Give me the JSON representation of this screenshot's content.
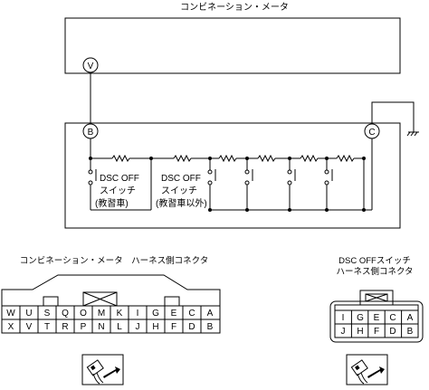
{
  "meter": {
    "title": "コンビネーション・メータ",
    "terminal_v": "V"
  },
  "switch_unit": {
    "terminal_b": "B",
    "terminal_c": "C",
    "switch_a_line1": "DSC OFF",
    "switch_a_line2": "スイッチ",
    "switch_a_line3": "(教習車)",
    "switch_b_line1": "DSC OFF",
    "switch_b_line2": "スイッチ",
    "switch_b_line3": "(教習車以外)"
  },
  "connector_left": {
    "label": "コンビネーション・メータ　ハーネス側コネクタ",
    "row1": [
      "W",
      "U",
      "S",
      "Q",
      "O",
      "M",
      "K",
      "I",
      "G",
      "E",
      "C",
      "A"
    ],
    "row2": [
      "X",
      "V",
      "T",
      "R",
      "P",
      "N",
      "L",
      "J",
      "H",
      "F",
      "D",
      "B"
    ]
  },
  "connector_right": {
    "label_line1": "DSC OFFスイッチ",
    "label_line2": "ハーネス側コネクタ",
    "row1": [
      "I",
      "G",
      "E",
      "C",
      "A"
    ],
    "row2": [
      "J",
      "H",
      "F",
      "D",
      "B"
    ]
  },
  "icons": {
    "left": "connector-plug-icon",
    "right": "connector-plug-icon"
  }
}
